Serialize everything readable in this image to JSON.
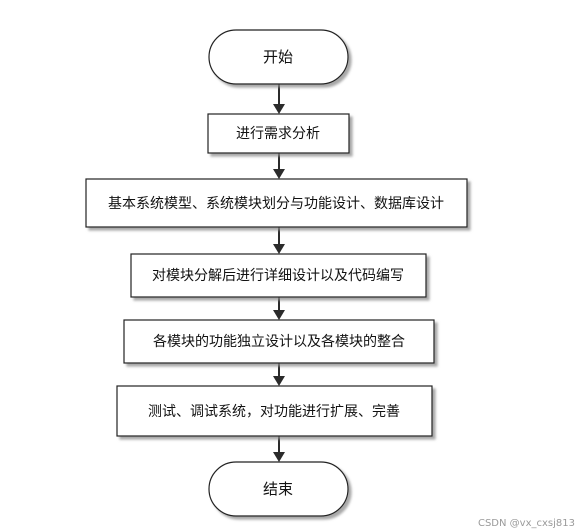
{
  "flowchart": {
    "start": "开始",
    "steps": [
      "进行需求分析",
      "基本系统模型、系统模块划分与功能设计、数据库设计",
      "对模块分解后进行详细设计以及代码编写",
      "各模块的功能独立设计以及各模块的整合",
      "测试、调试系统，对功能进行扩展、完善"
    ],
    "end": "结束"
  },
  "watermark": "CSDN @vx_cxsj813"
}
